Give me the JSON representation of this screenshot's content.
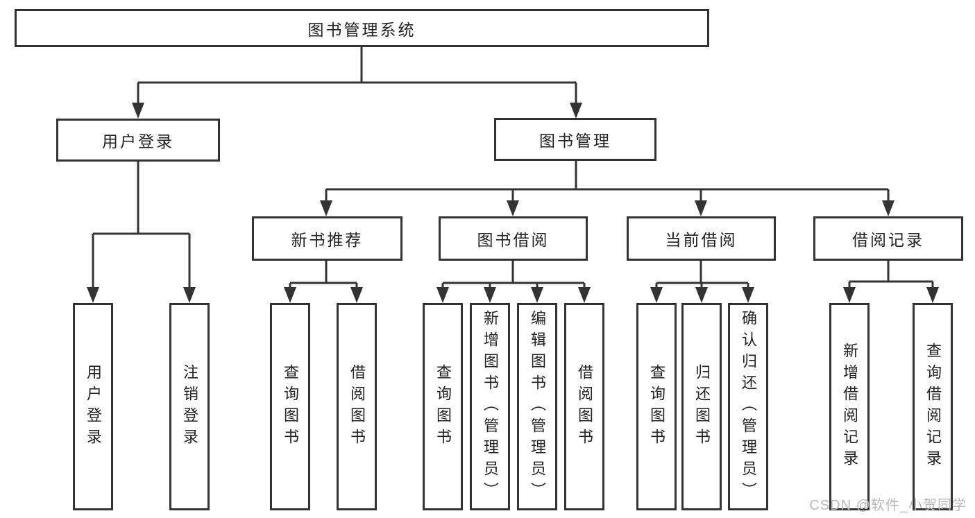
{
  "diagram": {
    "root": {
      "label": "图书管理系统"
    },
    "branches": [
      {
        "label": "用户登录",
        "children": [
          {
            "label": "用户登录"
          },
          {
            "label": "注销登录"
          }
        ]
      },
      {
        "label": "图书管理",
        "children": [
          {
            "label": "新书推荐",
            "children": [
              {
                "label": "查询图书"
              },
              {
                "label": "借阅图书"
              }
            ]
          },
          {
            "label": "图书借阅",
            "children": [
              {
                "label": "查询图书"
              },
              {
                "label": "新增图书（管理员）"
              },
              {
                "label": "编辑图书（管理员）"
              },
              {
                "label": "借阅图书"
              }
            ]
          },
          {
            "label": "当前借阅",
            "children": [
              {
                "label": "查询图书"
              },
              {
                "label": "归还图书"
              },
              {
                "label": "确认归还（管理员）"
              }
            ]
          },
          {
            "label": "借阅记录",
            "children": [
              {
                "label": "新增借阅记录"
              },
              {
                "label": "查询借阅记录"
              }
            ]
          }
        ]
      }
    ],
    "line_color": "#333333",
    "text_color": "#222222",
    "box_background": "#ffffff"
  },
  "watermark": {
    "text": "CSDN @软件_小贺同学",
    "color": "#b8b8b8"
  }
}
